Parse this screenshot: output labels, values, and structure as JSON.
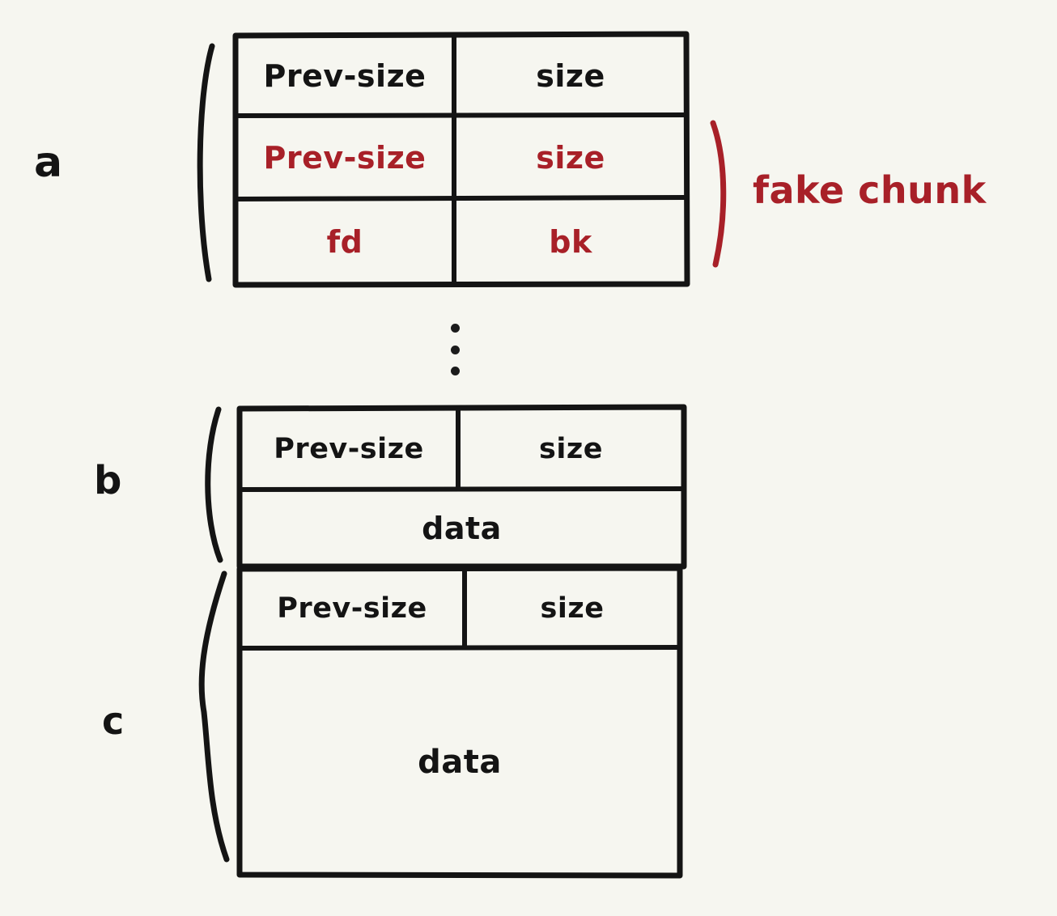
{
  "meta": {
    "title": "Heap chunk layout diagram",
    "background_color": "#f6f6f0",
    "ink_black": "#141414",
    "ink_red": "#A82028"
  },
  "groups": [
    {
      "id": "a",
      "label": "a"
    },
    {
      "id": "b",
      "label": "b"
    },
    {
      "id": "c",
      "label": "c"
    }
  ],
  "annotations": {
    "fake_chunk": "fake chunk",
    "ellipsis": "⋮"
  },
  "block_a": {
    "label": "a",
    "rows": [
      {
        "cells": [
          {
            "text": "Prev-size",
            "color": "black"
          },
          {
            "text": "size",
            "color": "black"
          }
        ]
      },
      {
        "cells": [
          {
            "text": "Prev-size",
            "color": "red"
          },
          {
            "text": "size",
            "color": "red"
          }
        ]
      },
      {
        "cells": [
          {
            "text": "fd",
            "color": "red"
          },
          {
            "text": "bk",
            "color": "red"
          }
        ]
      }
    ]
  },
  "block_b": {
    "label": "b",
    "rows": [
      {
        "cells": [
          {
            "text": "Prev-size",
            "color": "black"
          },
          {
            "text": "size",
            "color": "black"
          }
        ]
      },
      {
        "cells": [
          {
            "text": "data",
            "color": "black"
          }
        ]
      }
    ]
  },
  "block_c": {
    "label": "c",
    "rows": [
      {
        "cells": [
          {
            "text": "Prev-size",
            "color": "black"
          },
          {
            "text": "size",
            "color": "black"
          }
        ]
      },
      {
        "cells": [
          {
            "text": "data",
            "color": "black"
          }
        ]
      }
    ]
  }
}
